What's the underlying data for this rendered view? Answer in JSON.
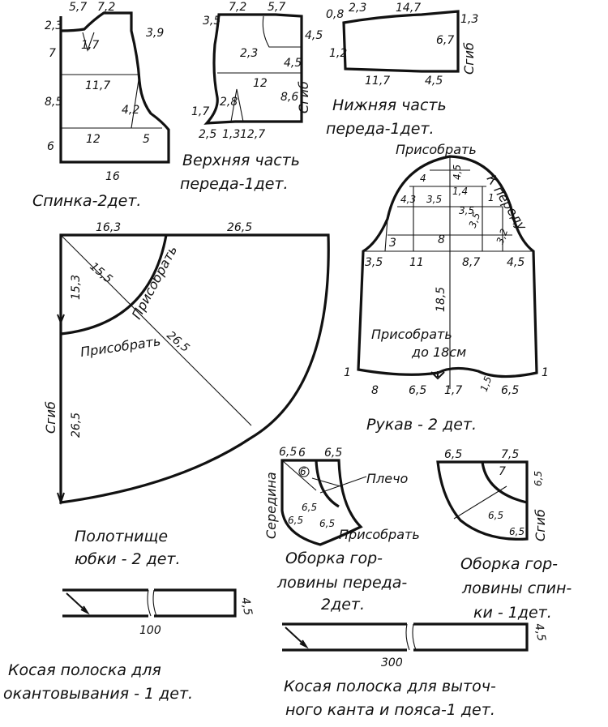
{
  "back": {
    "caption": "Спинка-2дет.",
    "dims": {
      "top_a": "5,7",
      "top_b": "7,2",
      "left_a": "2,3",
      "left_b": "7",
      "left_c": "8,5",
      "left_d": "6",
      "right_a": "3,9",
      "dart": "1,7",
      "w1": "11,7",
      "w2": "12",
      "arm": "4,2",
      "side": "5",
      "bottom": "16"
    }
  },
  "upper_front": {
    "caption_1": "Верхняя часть",
    "caption_2": "переда-1дет.",
    "fold": "Сгиб",
    "dims": {
      "top_a": "3,5",
      "top_b": "7,2",
      "top_c": "5,7",
      "right_a": "4,5",
      "neck": "2,3",
      "right_b": "4,5",
      "mid": "12",
      "right_c": "8,6",
      "left_a": "1,7",
      "dart": "2,8",
      "b1": "2,5",
      "b2": "1,3",
      "b3": "12,7"
    }
  },
  "lower_front": {
    "caption_1": "Нижняя часть",
    "caption_2": "переда-1дет.",
    "fold": "Сгиб",
    "dims": {
      "top_a": "0,8",
      "top_b": "2,3",
      "top_c": "14,7",
      "right_a": "1,3",
      "left": "1,2",
      "right_b": "6,7",
      "bottom_a": "11,7",
      "bottom_b": "4,5"
    }
  },
  "skirt": {
    "caption_1": "Полотнище",
    "caption_2": "юбки - 2 дет.",
    "gather": "Присобрать",
    "gather_2": "Присобрать",
    "fold": "Сгиб",
    "dims": {
      "top_a": "16,3",
      "top_b": "26,5",
      "diag_a": "15,5",
      "diag_b": "26,5",
      "left_a": "15,3",
      "left_b": "26,5"
    }
  },
  "sleeve": {
    "caption": "Рукав - 2 дет.",
    "gather_top": "Присобрать",
    "to_front": "К переду",
    "gather_bottom_1": "Присобрать",
    "gather_bottom_2": "до 18см",
    "dims": {
      "cap_a": "4,5",
      "cap_b": "4",
      "cap_c": "4,3",
      "cap_d": "3,5",
      "cap_e": "1,4",
      "cap_f": "3,5",
      "cap_g": "3,5",
      "cap_h": "3,2",
      "cap_i": "1",
      "cap_j": "3",
      "cap_k": "8",
      "w1": "3,5",
      "w2": "11",
      "w3": "8,7",
      "w4": "4,5",
      "length": "18,5",
      "b1": "8",
      "b2": "6,5",
      "b3": "1,7",
      "b4": "1,5",
      "b5": "6,5",
      "edge_l": "1",
      "edge_r": "1"
    }
  },
  "front_frill": {
    "caption_1": "Оборка гор-",
    "caption_2": "ловины переда-",
    "caption_3": "2дет.",
    "center": "Середина",
    "shoulder": "Плечо",
    "gather": "Присобрать",
    "dims": {
      "top_a": "6",
      "top_b": "6,5",
      "left": "6,5",
      "w1": "6,5",
      "w2": "6,5",
      "w3": "6,5",
      "inner": "6"
    }
  },
  "back_frill": {
    "caption_1": "Оборка гор-",
    "caption_2": "ловины спин-",
    "caption_3": "ки - 1дет.",
    "fold": "Сгиб",
    "dims": {
      "top_a": "6,5",
      "top_b": "7,5",
      "w1": "6,5",
      "w2": "6,5",
      "right": "6,5",
      "inner": "7"
    }
  },
  "bias_strip_1": {
    "caption_1": "Косая полоска для",
    "caption_2": "окантовывания - 1 дет.",
    "length": "100",
    "width": "4,5"
  },
  "bias_strip_2": {
    "caption_1": "Косая полоска для выточ-",
    "caption_2": "ного канта и пояса-1 дет.",
    "length": "300",
    "width": "4,5"
  }
}
